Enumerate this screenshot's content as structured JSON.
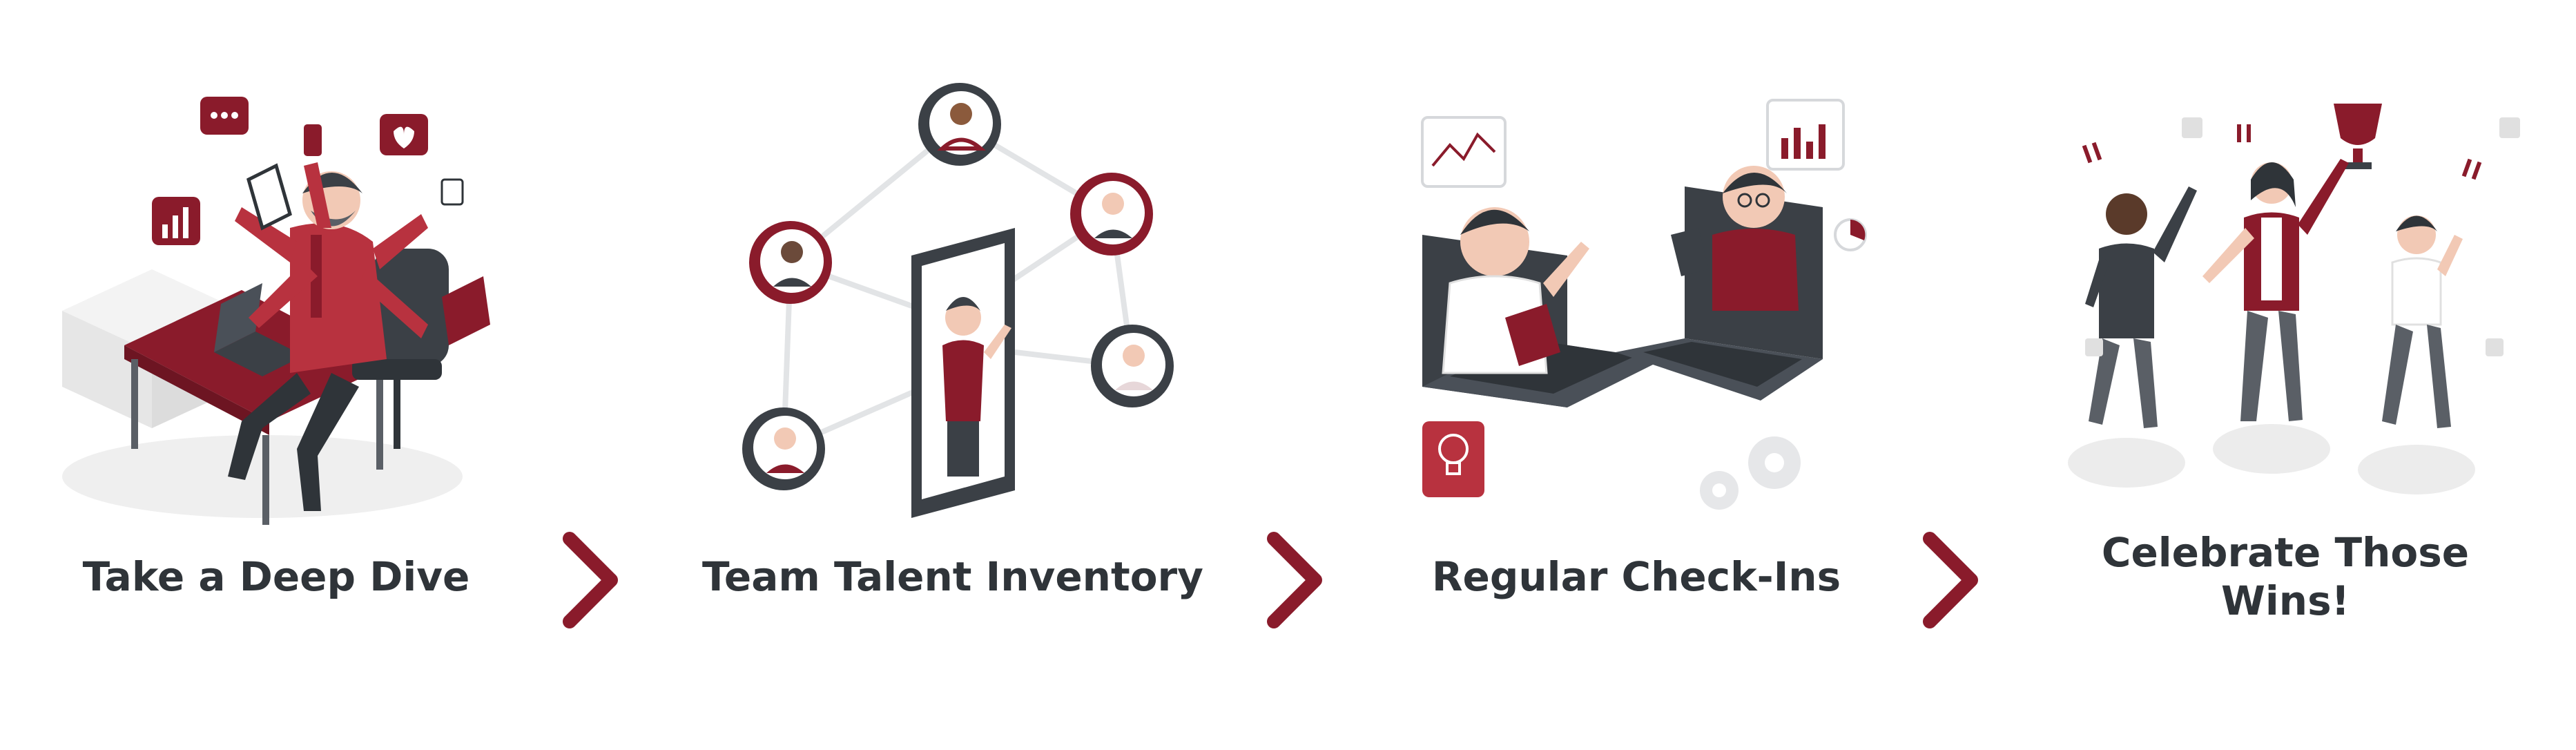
{
  "colors": {
    "accent": "#8a1b2b",
    "dark": "#2f3439",
    "skin": "#f2c9b5",
    "light_gray": "#e9e9e9",
    "mid_gray": "#c9ccd0"
  },
  "steps": [
    {
      "label": "Take a Deep Dive",
      "icon": "multitasking-worker-icon"
    },
    {
      "label": "Team Talent Inventory",
      "icon": "team-network-icon"
    },
    {
      "label": "Regular Check-Ins",
      "icon": "video-call-laptops-icon"
    },
    {
      "label": "Celebrate Those Wins!",
      "label_lines": [
        "Celebrate Those",
        "Wins!"
      ],
      "icon": "celebrating-team-icon"
    }
  ],
  "connectors": [
    {
      "icon": "chevron-right-icon"
    },
    {
      "icon": "chevron-right-icon"
    },
    {
      "icon": "chevron-right-icon"
    }
  ]
}
